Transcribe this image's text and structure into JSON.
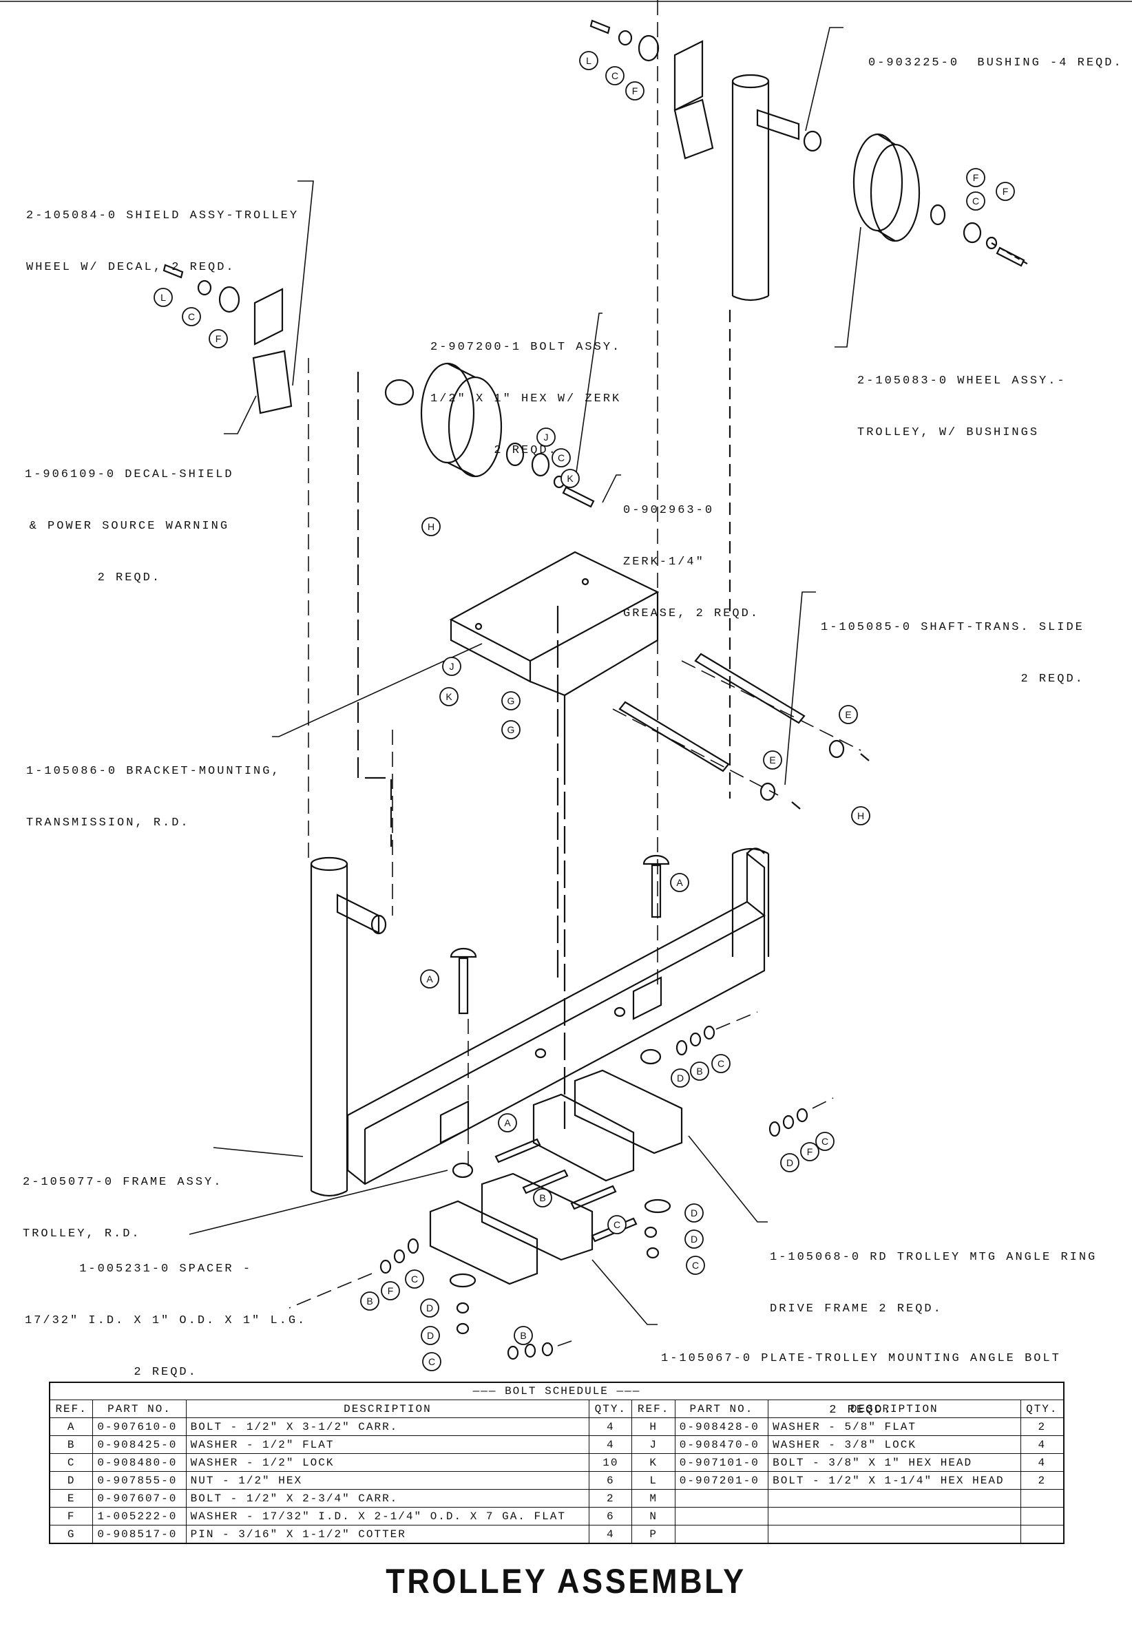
{
  "title": "TROLLEY ASSEMBLY",
  "callouts": {
    "bushing": [
      "0-903225-0  BUSHING -4 REQD."
    ],
    "shield": [
      "2-105084-0 SHIELD ASSY-TROLLEY",
      "WHEEL W/ DECAL, 2 REQD."
    ],
    "wheel": [
      "2-105083-0 WHEEL ASSY.-",
      "TROLLEY, W/ BUSHINGS"
    ],
    "bolt_assy": [
      "2-907200-1 BOLT ASSY.",
      "1/2\" X 1\" HEX W/ ZERK",
      "2 REQD."
    ],
    "decal": [
      "1-906109-0 DECAL-SHIELD",
      "& POWER SOURCE WARNING",
      "2 REQD."
    ],
    "zerk": [
      "0-902963-0",
      "ZERK-1/4\"",
      "GREASE, 2 REQD."
    ],
    "shaft": [
      "1-105085-0 SHAFT-TRANS. SLIDE",
      "2 REQD."
    ],
    "bracket": [
      "1-105086-0 BRACKET-MOUNTING,",
      "TRANSMISSION, R.D."
    ],
    "frame": [
      "2-105077-0 FRAME ASSY.",
      "TROLLEY, R.D."
    ],
    "mtg_angle": [
      "1-105068-0 RD TROLLEY MTG ANGLE RING",
      "DRIVE FRAME 2 REQD."
    ],
    "spacer": [
      "1-005231-0 SPACER -",
      "17/32\" I.D. X 1\" O.D. X 1\" L.G.",
      "2 REQD."
    ],
    "plate": [
      "1-105067-0 PLATE-TROLLEY MOUNTING ANGLE BOLT",
      "2 REQD."
    ]
  },
  "schedule": {
    "title": "BOLT SCHEDULE",
    "headers": [
      "REF.",
      "PART NO.",
      "DESCRIPTION",
      "QTY.",
      "REF.",
      "PART NO.",
      "DESCRIPTION",
      "QTY."
    ],
    "rows": [
      [
        "A",
        "0-907610-0",
        "BOLT - 1/2\" X 3-1/2\" CARR.",
        "4",
        "H",
        "0-908428-0",
        "WASHER - 5/8\" FLAT",
        "2"
      ],
      [
        "B",
        "0-908425-0",
        "WASHER - 1/2\" FLAT",
        "4",
        "J",
        "0-908470-0",
        "WASHER - 3/8\" LOCK",
        "4"
      ],
      [
        "C",
        "0-908480-0",
        "WASHER - 1/2\" LOCK",
        "10",
        "K",
        "0-907101-0",
        "BOLT - 3/8\" X 1\" HEX HEAD",
        "4"
      ],
      [
        "D",
        "0-907855-0",
        "NUT - 1/2\" HEX",
        "6",
        "L",
        "0-907201-0",
        "BOLT - 1/2\" X 1-1/4\" HEX HEAD",
        "2"
      ],
      [
        "E",
        "0-907607-0",
        "BOLT - 1/2\" X 2-3/4\" CARR.",
        "2",
        "M",
        "",
        "",
        ""
      ],
      [
        "F",
        "1-005222-0",
        "WASHER - 17/32\" I.D. X 2-1/4\" O.D. X 7 GA. FLAT",
        "6",
        "N",
        "",
        "",
        ""
      ],
      [
        "G",
        "0-908517-0",
        "PIN - 3/16\" X 1-1/2\" COTTER",
        "4",
        "P",
        "",
        "",
        ""
      ]
    ]
  },
  "ref_bubbles": [
    "L",
    "C",
    "F",
    "F",
    "C",
    "L",
    "C",
    "F",
    "F",
    "C",
    "J",
    "K",
    "J",
    "K",
    "G",
    "G",
    "H",
    "H",
    "E",
    "E",
    "A",
    "A",
    "A",
    "B",
    "C",
    "D",
    "B",
    "C",
    "D",
    "F",
    "C",
    "D",
    "D",
    "C",
    "B",
    "F",
    "C",
    "D",
    "D",
    "C",
    "B"
  ]
}
